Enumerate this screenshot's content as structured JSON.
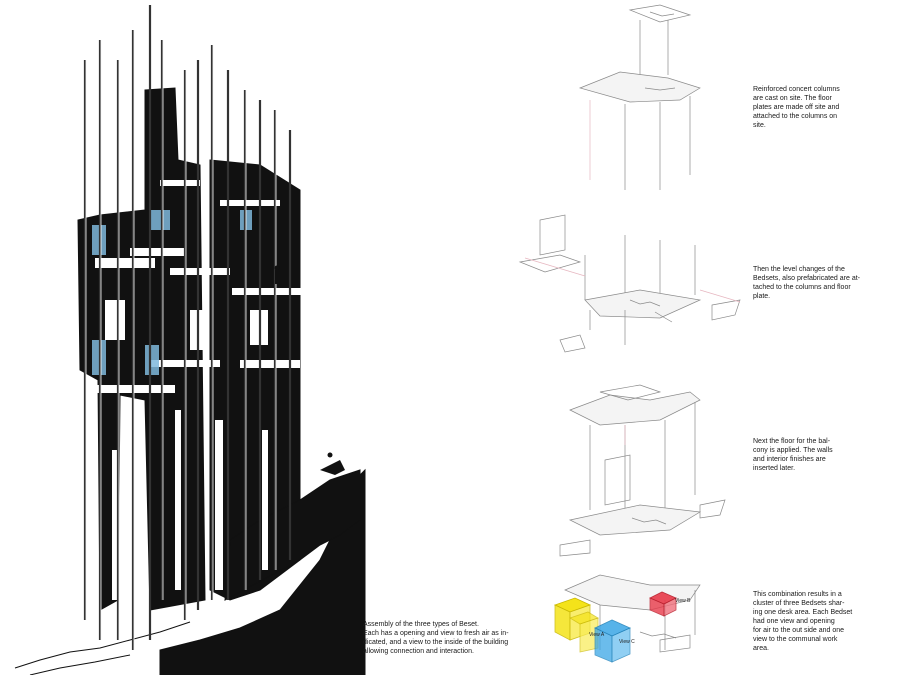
{
  "notes": {
    "step1": "Reinforced concert columns\nare cast on site. The floor\nplates are made off site and\nattached to the columns on\nsite.",
    "step2": "Then the level changes of the\nBedsets, also prefabricated are at-\ntached to the columns and floor\nplate.",
    "step3": "Next the floor for the bal-\ncony is applied. The walls\nand interior finishes are\ninserted later.",
    "step4": "This combination results in a\ncluster of three Bedsets shar-\ning one desk area. Each Bedset\nhad one view and opening\nfor air to the out side and one\nview to the communal work\narea."
  },
  "caption": "Assembly of the three types of Beset.\nEach has a opening and view to fresh air as in-\ndicated, and a view to the inside of the building\nallowing connection and interaction.",
  "view_labels": {
    "a": "View A",
    "b": "View B",
    "c": "View C"
  },
  "colors": {
    "ink": "#111111",
    "view_a": "#f4e31a",
    "view_b": "#e83a4a",
    "view_c": "#3aa6e6",
    "glass": "#7fb8dc"
  }
}
